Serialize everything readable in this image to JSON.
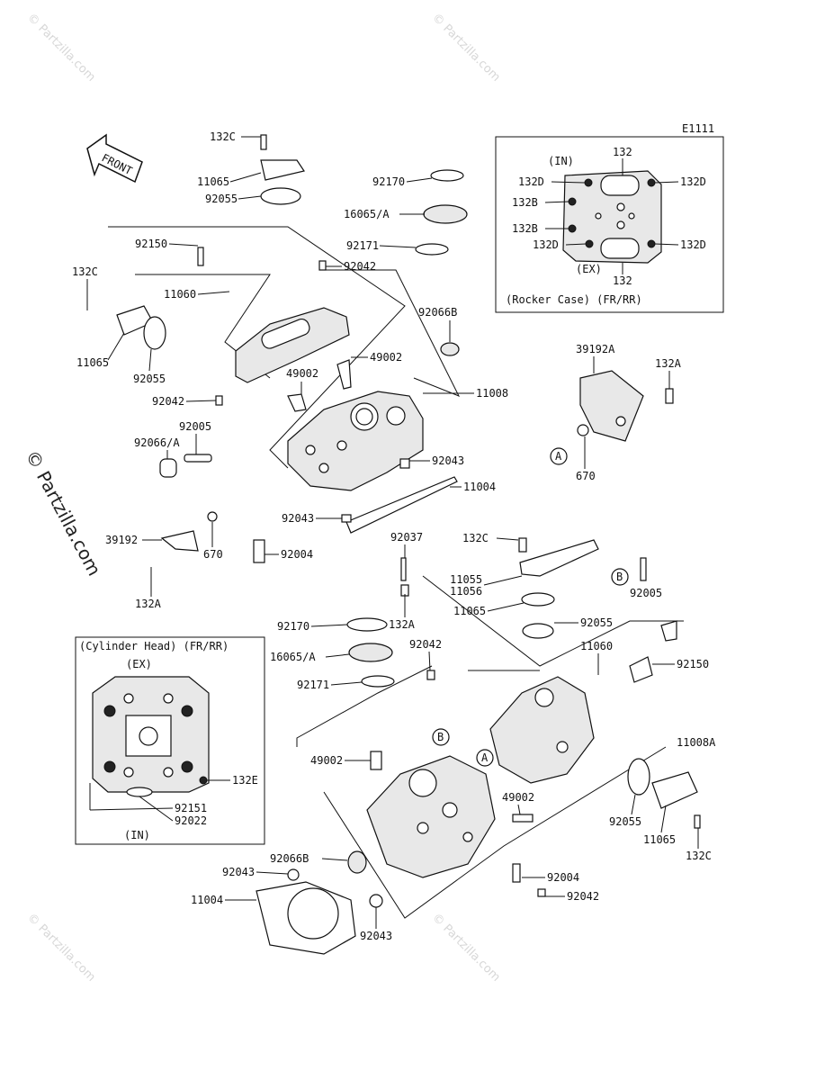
{
  "diagram_code": "E1111",
  "front_label": "FRONT",
  "watermark": "© Partzilla.com",
  "insets": {
    "rocker_case": {
      "title": "(Rocker Case) (FR/RR)",
      "in_label": "(IN)",
      "ex_label": "(EX)",
      "labels": [
        "132",
        "132D",
        "132D",
        "132B",
        "132B",
        "132D",
        "132D",
        "132"
      ]
    },
    "cylinder_head": {
      "title": "(Cylinder Head) (FR/RR)",
      "ex_label": "(EX)",
      "in_label": "(IN)",
      "labels": [
        "132E",
        "92151",
        "92022"
      ]
    }
  },
  "callouts": {
    "A": "A",
    "B": "B"
  },
  "labels": {
    "l132c_top": "132C",
    "l11065_top": "11065",
    "l92055_top": "92055",
    "l92150_top": "92150",
    "l132c_left": "132C",
    "l11060_top": "11060",
    "l11065_left": "11065",
    "l92055_left": "92055",
    "l92170_top": "92170",
    "l16065_top": "16065/A",
    "l92171_top": "92171",
    "l92042_top": "92042",
    "l92066b_top": "92066B",
    "l49002_a": "49002",
    "l49002_b": "49002",
    "l11008": "11008",
    "l92042_mid": "92042",
    "l92005_left": "92005",
    "l92066a": "92066/A",
    "l92043_mid": "92043",
    "l11004_mid": "11004",
    "l92043_low": "92043",
    "l39192_left": "39192",
    "l670_left": "670",
    "l92004_left": "92004",
    "l132a_left": "132A",
    "l39192a": "39192A",
    "l132a_right": "132A",
    "l670_right": "670",
    "l92037": "92037",
    "l132c_mid": "132C",
    "l11055": "11055",
    "l11056": "11056",
    "l11065_mid": "11065",
    "l132a_mid": "132A",
    "l92005_right": "92005",
    "l92170_low": "92170",
    "l16065_low": "16065/A",
    "l92171_low": "92171",
    "l92042_low": "92042",
    "l92055_low": "92055",
    "l11060_low": "11060",
    "l92150_low": "92150",
    "l11008a": "11008A",
    "l49002_c": "49002",
    "l49002_d": "49002",
    "l92066b_low": "92066B",
    "l92043_b1": "92043",
    "l11004_low": "11004",
    "l92043_b2": "92043",
    "l92004_low": "92004",
    "l92042_b": "92042",
    "l92055_right": "92055",
    "l11065_right": "11065",
    "l132c_right": "132C"
  }
}
